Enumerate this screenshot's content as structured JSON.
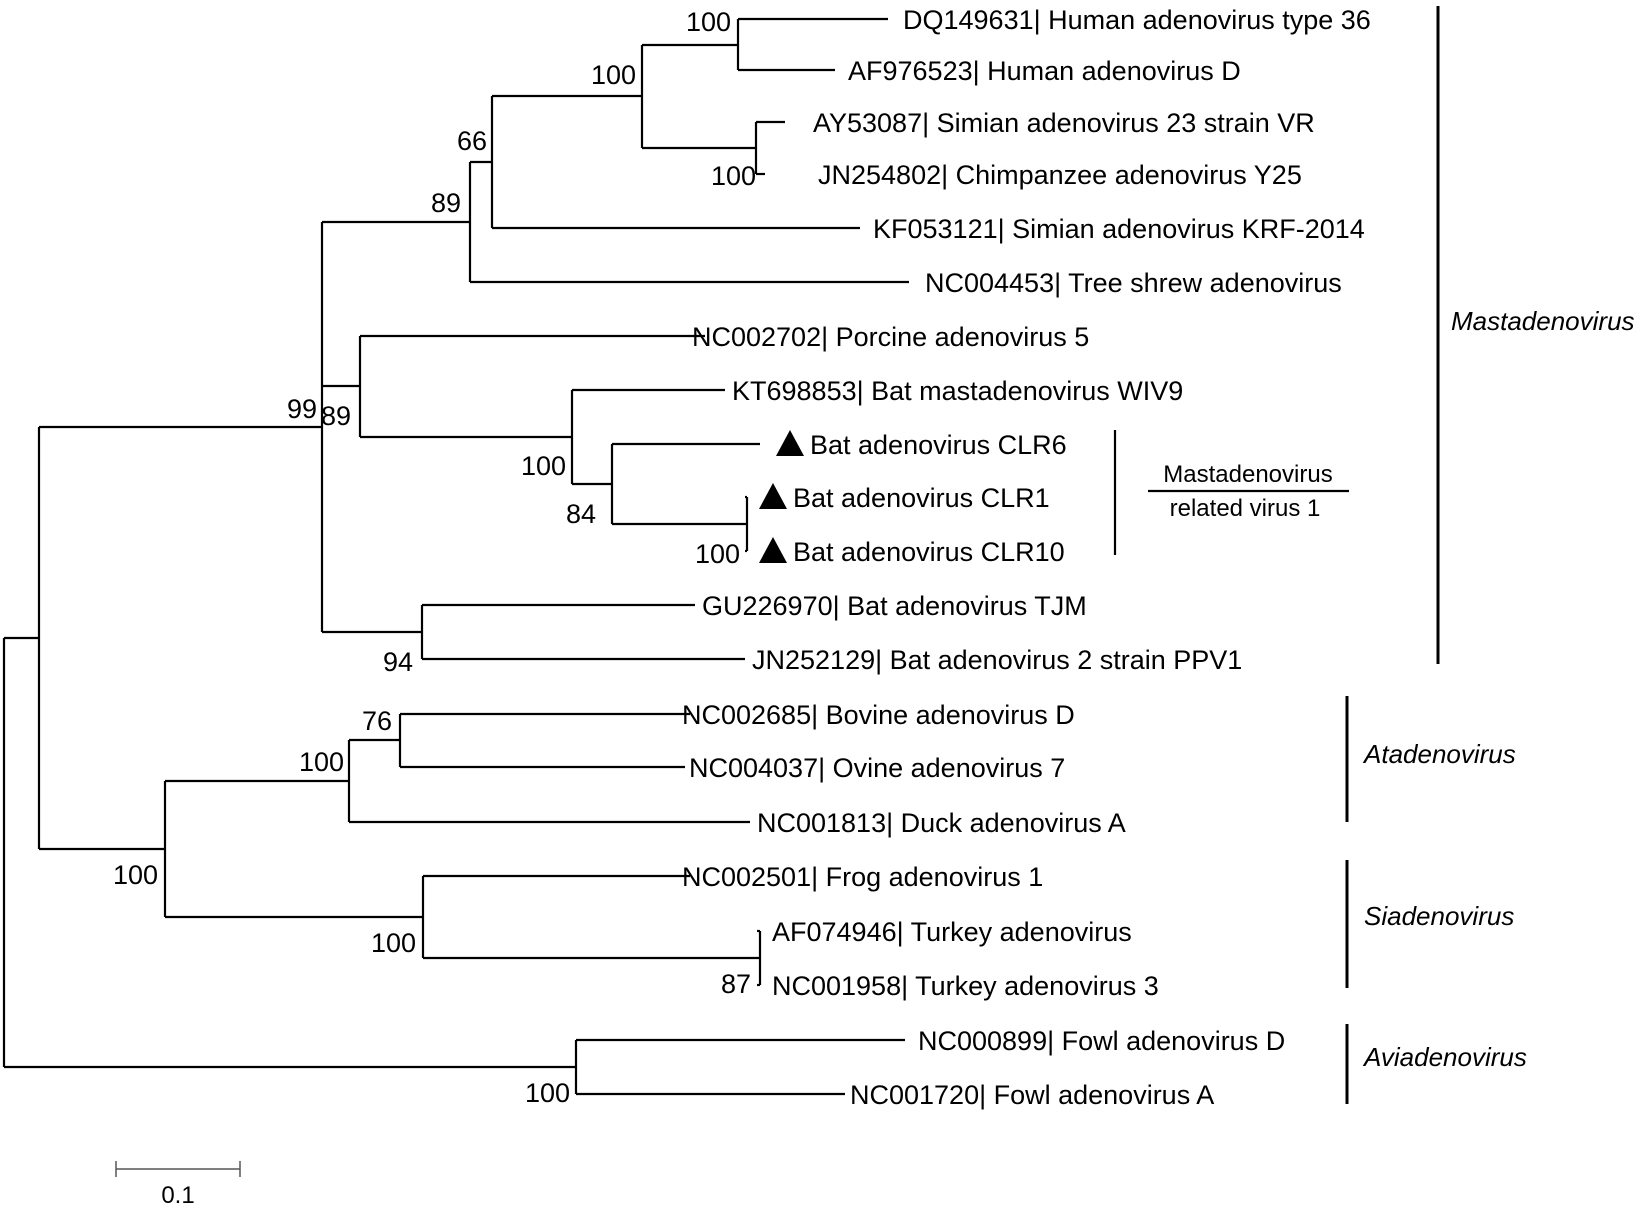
{
  "taxa": [
    {
      "label": "DQ149631| Human adenovirus type 36",
      "marker": false
    },
    {
      "label": "AF976523| Human adenovirus D",
      "marker": false
    },
    {
      "label": "AY53087| Simian adenovirus 23 strain VR",
      "marker": false
    },
    {
      "label": "JN254802| Chimpanzee adenovirus Y25",
      "marker": false
    },
    {
      "label": "KF053121| Simian adenovirus KRF-2014",
      "marker": false
    },
    {
      "label": "NC004453| Tree shrew adenovirus",
      "marker": false
    },
    {
      "label": "NC002702| Porcine adenovirus 5",
      "marker": false
    },
    {
      "label": "KT698853| Bat mastadenovirus WIV9",
      "marker": false
    },
    {
      "label": "Bat adenovirus CLR6",
      "marker": true
    },
    {
      "label": "Bat adenovirus CLR1",
      "marker": true
    },
    {
      "label": "Bat adenovirus CLR10",
      "marker": true
    },
    {
      "label": "GU226970| Bat adenovirus TJM",
      "marker": false
    },
    {
      "label": "JN252129| Bat adenovirus 2 strain PPV1",
      "marker": false
    },
    {
      "label": "NC002685| Bovine adenovirus D",
      "marker": false
    },
    {
      "label": "NC004037| Ovine adenovirus 7",
      "marker": false
    },
    {
      "label": "NC001813| Duck adenovirus A",
      "marker": false
    },
    {
      "label": "NC002501| Frog adenovirus 1",
      "marker": false
    },
    {
      "label": "AF074946| Turkey adenovirus",
      "marker": false
    },
    {
      "label": "NC001958| Turkey adenovirus 3",
      "marker": false
    },
    {
      "label": "NC000899| Fowl adenovirus D",
      "marker": false
    },
    {
      "label": "NC001720| Fowl adenovirus A",
      "marker": false
    }
  ],
  "bootstrap_values": [
    "100",
    "100",
    "100",
    "66",
    "89",
    "100",
    "84",
    "100",
    "99",
    "89",
    "94",
    "76",
    "100",
    "87",
    "100",
    "100",
    "100"
  ],
  "clades": [
    {
      "name": "Mastadenovirus"
    },
    {
      "name": "Atadenovirus"
    },
    {
      "name": "Siadenovirus"
    },
    {
      "name": "Aviadenovirus"
    }
  ],
  "subgroup": {
    "line1": "Mastadenovirus",
    "line2": "related virus 1"
  },
  "scale_bar": {
    "value": 0.1,
    "label": "0.1"
  }
}
